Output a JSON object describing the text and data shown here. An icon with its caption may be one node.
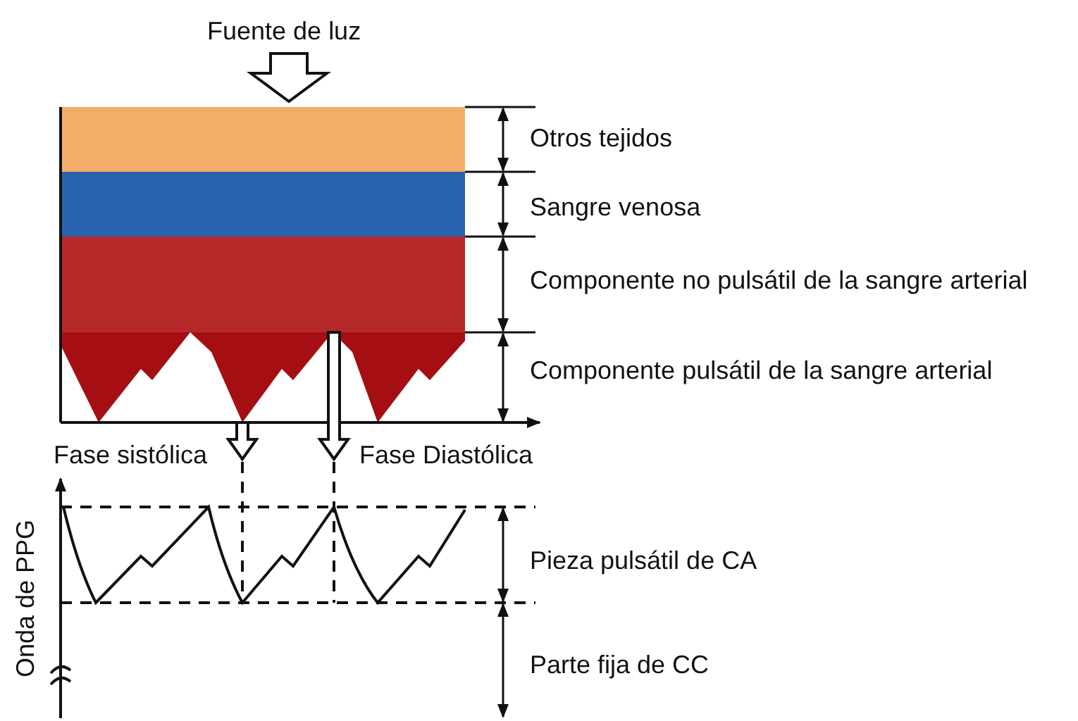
{
  "diagram": {
    "labels": [
      "Fuente de luz",
      "Otros tejidos",
      "Sangre venosa",
      "Componente no pulsátil de la sangre arterial",
      "Componente pulsátil de la sangre arterial",
      "Fase sistólica",
      "Fase Diastólica",
      "Onda de PPG",
      "Pieza pulsátil de CA",
      "Parte fija de CC"
    ]
  }
}
